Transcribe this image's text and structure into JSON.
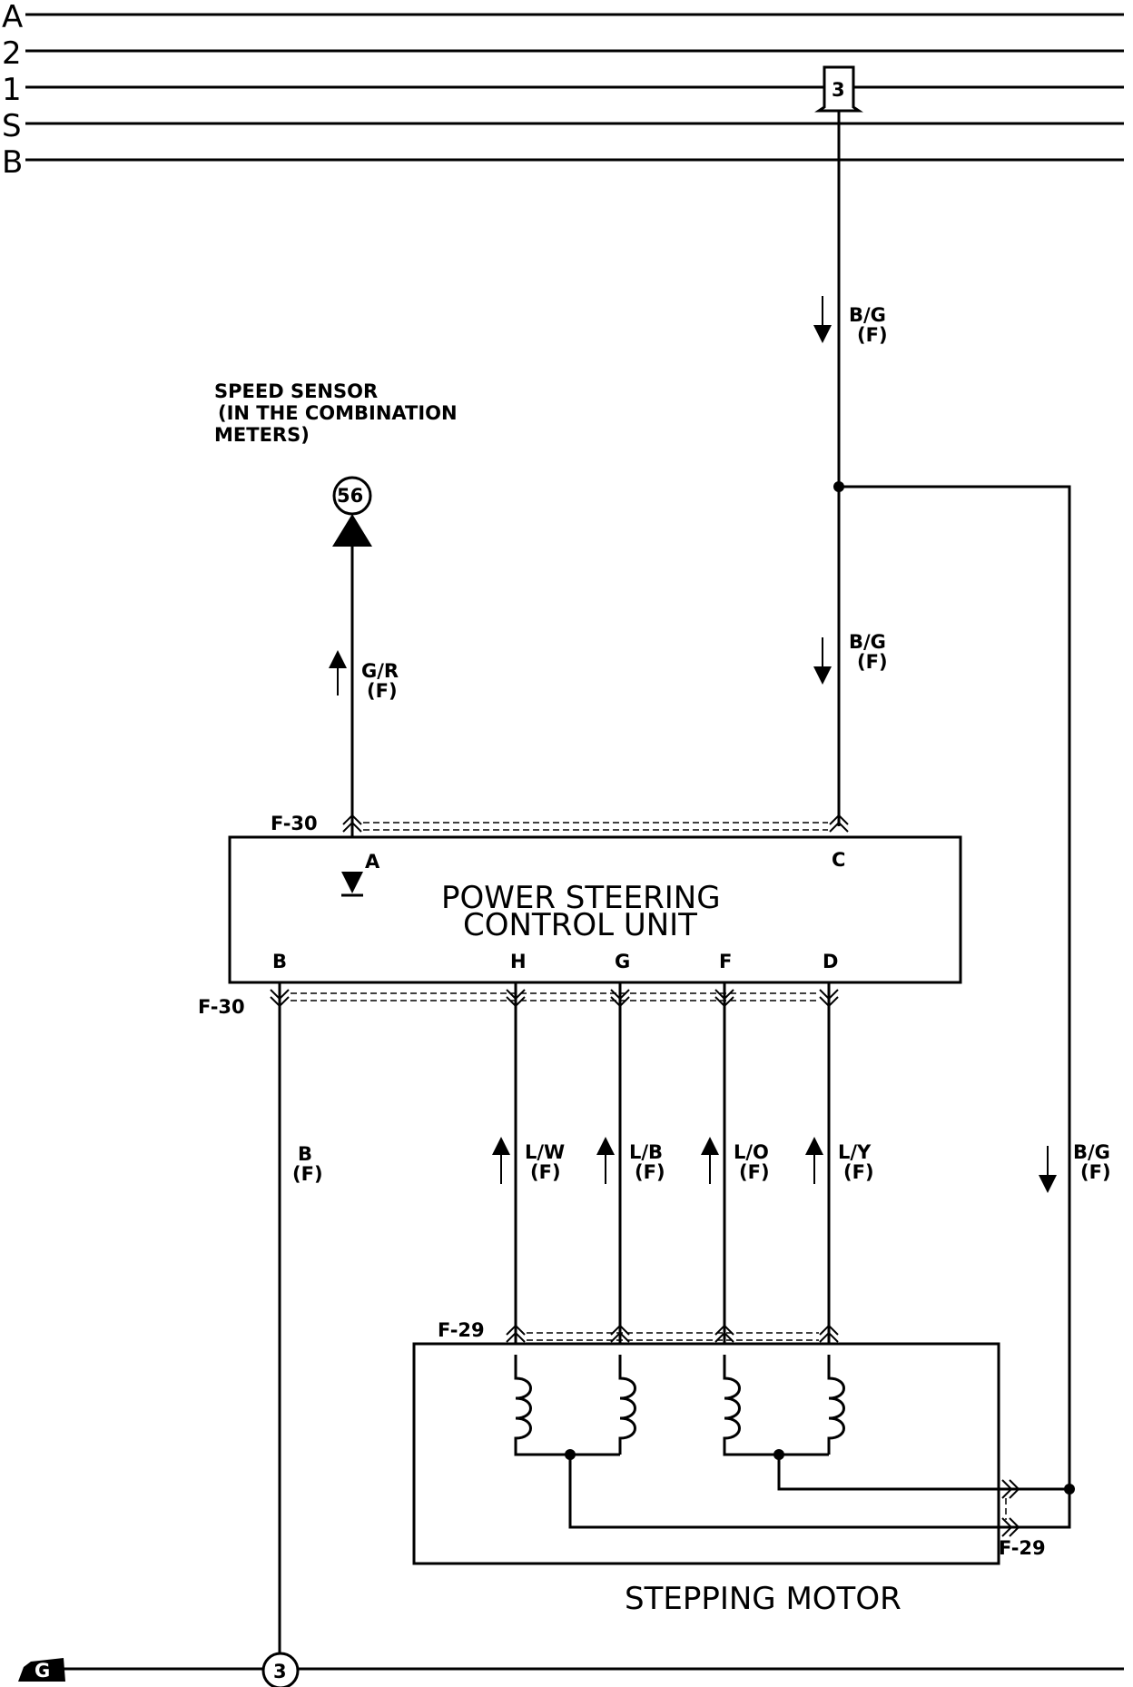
{
  "bus_labels": [
    "A",
    "2",
    "1",
    "S",
    "B"
  ],
  "fuse_label": "3",
  "ground_label": "G",
  "ground_connector_label": "3",
  "speed_sensor": {
    "line1": "SPEED SENSOR",
    "line2": "(IN THE COMBINATION",
    "line3": "METERS)",
    "ref_label": "56"
  },
  "control_unit": {
    "name_line1": "POWER STEERING",
    "name_line2": "CONTROL UNIT",
    "connector_top": "F-30",
    "connector_bottom": "F-30",
    "terminals": {
      "a": "A",
      "b": "B",
      "c": "C",
      "d": "D",
      "f": "F",
      "g": "G",
      "h": "H"
    }
  },
  "stepping_motor": {
    "name": "STEPPING MOTOR",
    "connector_top": "F-29",
    "connector_side": "F-29"
  },
  "wires": {
    "bg_top": {
      "color": "B/G",
      "note": "(F)"
    },
    "bg_mid": {
      "color": "B/G",
      "note": "(F)"
    },
    "bg_right": {
      "color": "B/G",
      "note": "(F)"
    },
    "gr": {
      "color": "G/R",
      "note": "(F)"
    },
    "b": {
      "color": "B",
      "note": "(F)"
    },
    "lw": {
      "color": "L/W",
      "note": "(F)"
    },
    "lb": {
      "color": "L/B",
      "note": "(F)"
    },
    "lo": {
      "color": "L/O",
      "note": "(F)"
    },
    "ly": {
      "color": "L/Y",
      "note": "(F)"
    }
  }
}
